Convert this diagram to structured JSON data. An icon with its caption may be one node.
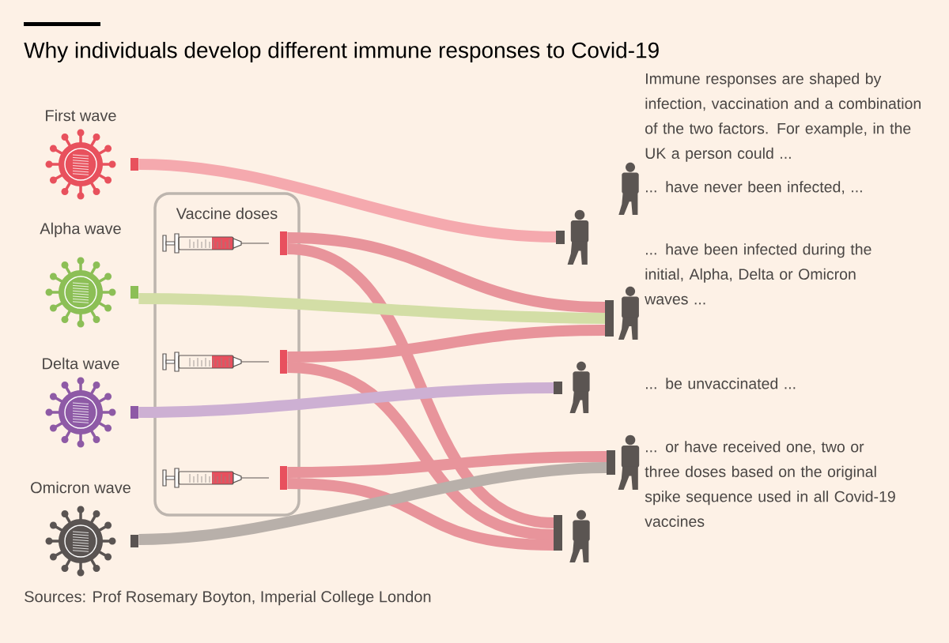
{
  "diagram": {
    "title": "Why individuals develop different immune responses to Covid-19",
    "caption": "Sources: Prof Rosemary Boyton, Imperial College London",
    "nodes": [
      {
        "text": [
          "First wave"
        ]
      },
      {
        "text": [
          "Alpha wave"
        ]
      },
      {
        "text": [
          "Delta wave"
        ]
      },
      {
        "text": [
          "Omicron wave"
        ]
      },
      {
        "text": [
          "Vaccine doses"
        ]
      },
      {
        "text": [],
        "shape": "picture",
        "in": 4
      },
      {
        "text": [],
        "shape": "picture",
        "in": 4
      },
      {
        "text": [],
        "shape": "picture",
        "in": 4
      },
      {
        "text": [],
        "shape": "person",
        "beside": [
          "... have never been infected, ..."
        ]
      },
      {
        "text": [],
        "shape": "person"
      },
      {
        "text": [],
        "shape": "person",
        "beside": [
          "... have been infected during the initial, Alpha, Delta or Omicron waves ..."
        ]
      },
      {
        "text": [],
        "shape": "person",
        "beside": [
          "... be unvaccinated ..."
        ]
      },
      {
        "text": [],
        "shape": "person",
        "beside": [
          "... or have received one, two or three doses based on the original spike sequence used in all Covid-19 vaccines"
        ]
      },
      {
        "text": [],
        "shape": "person"
      }
    ],
    "edges": [
      {
        "from": 0,
        "to": 9,
        "arrow": "none",
        "color": "#f5a9ae"
      },
      {
        "from": 5,
        "to": 10,
        "arrow": "none"
      },
      {
        "from": 5,
        "to": 13,
        "arrow": "none"
      },
      {
        "from": 1,
        "to": 10,
        "arrow": "none",
        "color": "#d3dea6"
      },
      {
        "from": 6,
        "to": 10,
        "arrow": "none"
      },
      {
        "from": 6,
        "to": 13,
        "arrow": "none"
      },
      {
        "from": 2,
        "to": 11,
        "arrow": "none",
        "color": "#cdb0d3"
      },
      {
        "from": 7,
        "to": 12,
        "arrow": "none"
      },
      {
        "from": 7,
        "to": 13,
        "arrow": "none"
      },
      {
        "from": 3,
        "to": 12,
        "arrow": "none",
        "color": "#b8b0aa"
      }
    ],
    "labels": [
      "Immune responses are shaped by infection, vaccination and a combination of the two factors. For example, in the UK a person could ..."
    ]
  }
}
